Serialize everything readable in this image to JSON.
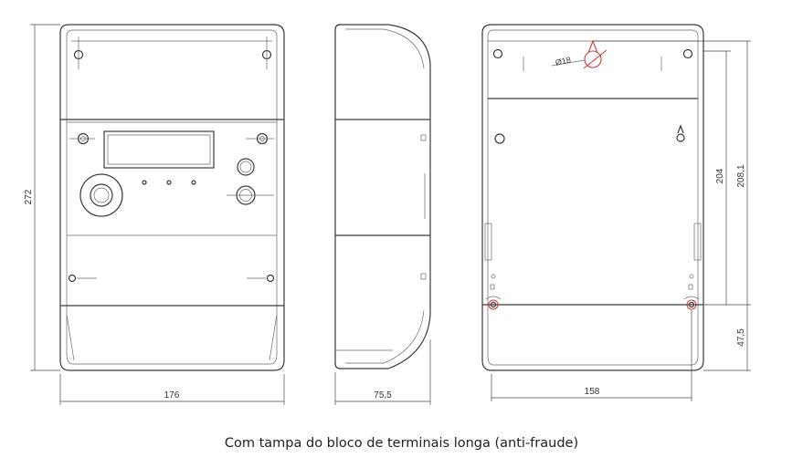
{
  "caption": "Com tampa do bloco de terminais longa (anti-fraude)",
  "dimensions": {
    "front_height": "272",
    "front_width": "176",
    "side_depth": "75,5",
    "back_width": "158",
    "back_mount_height": "204",
    "back_total_height": "208,1",
    "back_lower_height": "47,5",
    "hole_diameter": "Ø18"
  },
  "views": [
    "front-view",
    "side-view",
    "back-view"
  ],
  "colors": {
    "line": "#3a3a3a",
    "accent": "#d23a3a"
  }
}
